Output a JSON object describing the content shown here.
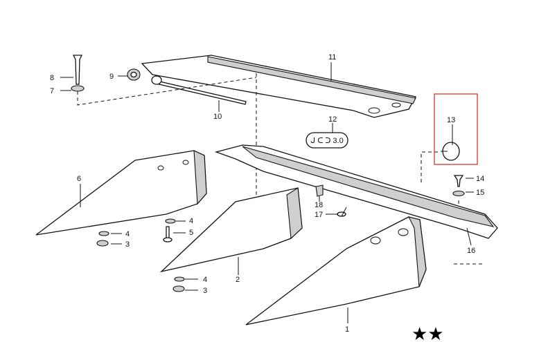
{
  "diagram": {
    "callouts": [
      "1",
      "2",
      "3",
      "3",
      "4",
      "4",
      "4",
      "5",
      "6",
      "7",
      "8",
      "9",
      "10",
      "11",
      "12",
      "13",
      "14",
      "15",
      "16",
      "17",
      "18"
    ],
    "marker": "★★",
    "emblem_text": "ᒍ ᑕ ᑐ 3.0",
    "colors": {
      "line": "#111111",
      "highlight": "#d22222",
      "background": "#ffffff"
    },
    "highlighted_callout": "13"
  }
}
